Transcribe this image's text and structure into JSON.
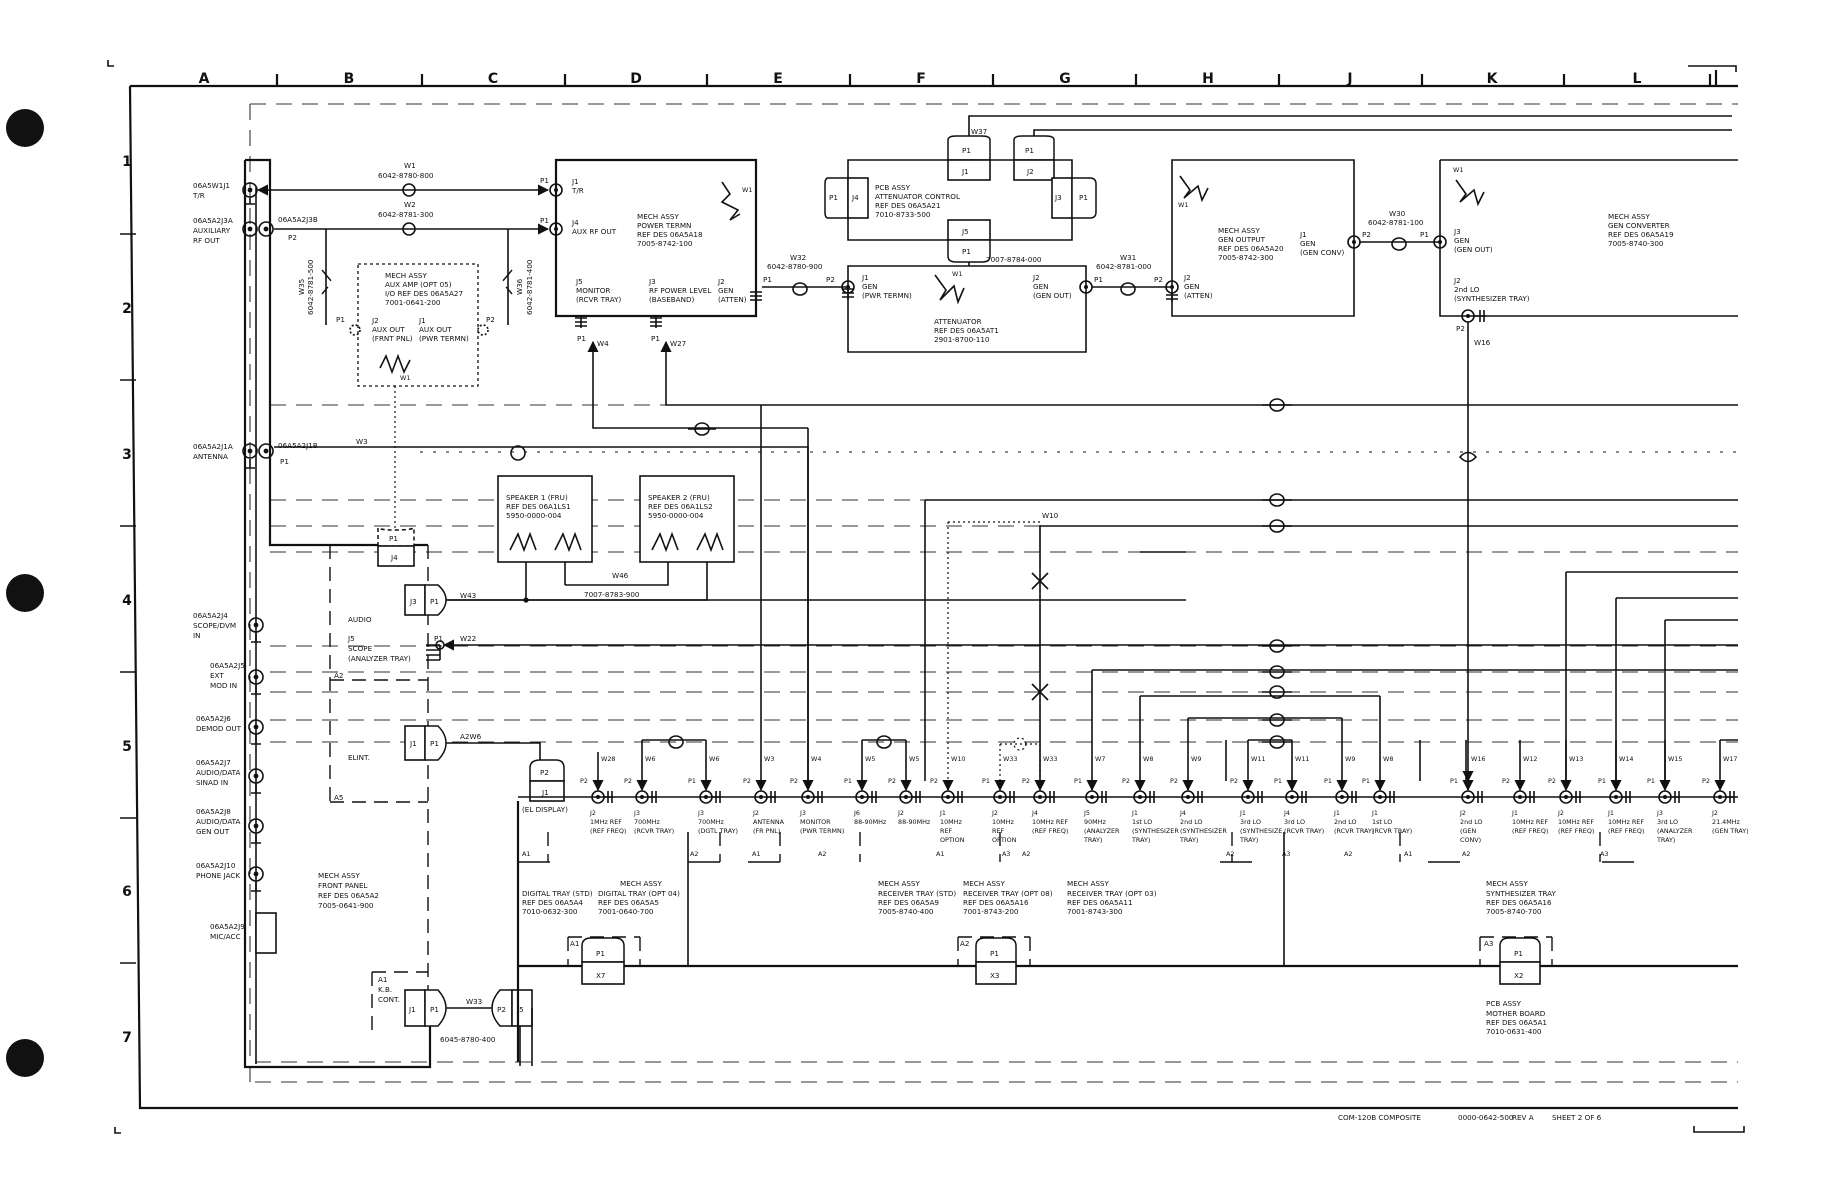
{
  "grid": {
    "columns": [
      "A",
      "B",
      "C",
      "D",
      "E",
      "F",
      "G",
      "H",
      "J",
      "K",
      "L"
    ],
    "rows": [
      "1",
      "2",
      "3",
      "4",
      "5",
      "6",
      "7"
    ]
  },
  "front_panel": {
    "connectors": [
      {
        "lines": [
          "06A5W1J1",
          "T/R"
        ]
      },
      {
        "lines": [
          "06A5A2J3A",
          "AUXILIARY",
          "RF OUT"
        ]
      },
      {
        "lines": [
          "06A5A2J1A",
          "ANTENNA"
        ]
      },
      {
        "lines": [
          "06A5A2J4",
          "SCOPE/DVM",
          "IN"
        ]
      },
      {
        "lines": [
          "06A5A2J5",
          "EXT",
          "MOD IN"
        ]
      },
      {
        "lines": [
          "06A5A2J6",
          "DEMOD OUT"
        ]
      },
      {
        "lines": [
          "06A5A2J7",
          "AUDIO/DATA",
          "SINAD IN"
        ]
      },
      {
        "lines": [
          "06A5A2J8",
          "AUDIO/DATA",
          "GEN OUT"
        ]
      },
      {
        "lines": [
          "06A5A2J10",
          "PHONE JACK"
        ]
      },
      {
        "lines": [
          "06A5A2J9",
          "MIC/ACC"
        ]
      }
    ],
    "j3b": "06A5A2J3B",
    "j1b": "06A5A2J1B",
    "title_lines": [
      "MECH ASSY",
      "FRONT PANEL",
      "REF DES 06A5A2",
      "7005-0641-900"
    ],
    "audio": "AUDIO",
    "j5_lines": [
      "J5",
      "SCOPE",
      "(ANALYZER TRAY)"
    ],
    "elint": "ELINT.",
    "a2": "A2",
    "a5": "A5",
    "kb_lines": [
      "A1",
      "K.B.",
      "CONT."
    ]
  },
  "cables": {
    "w1": "W1",
    "w1_pn": "6042-8780-800",
    "w2": "W2",
    "w2_pn": "6042-8781-300",
    "w35": "W35",
    "w35_pn": "6042-8781-500",
    "w36": "W36",
    "w36_pn": "6042-8781-400",
    "w3": "W3",
    "w43": "W43",
    "w46": "W46",
    "w46_pn": "7007-8783-900",
    "w22": "W22",
    "a2w6": "A2W6",
    "w33": "W33",
    "w33_pn": "6045-8780-400",
    "w32": "W32",
    "w32_pn": "6042-8780-900",
    "w37": "W37",
    "w31": "W31",
    "w31_pn": "6042-8781-000",
    "w30": "W30",
    "w30_pn": "6042-8781-100",
    "w4": "W4",
    "w27": "W27",
    "w16": "W16",
    "w10": "W10",
    "att_cable_pn": "7007-8784-000"
  },
  "aux_amp": {
    "lines": [
      "MECH ASSY",
      "AUX AMP (OPT 05)",
      "I/O REF DES 06A5A27",
      "7001-0641-200"
    ],
    "j2_lines": [
      "J2",
      "AUX OUT",
      "(FRNT PNL)"
    ],
    "j1_lines": [
      "J1",
      "AUX OUT",
      "(PWR TERMN)"
    ],
    "p1": "P1",
    "p2": "P2",
    "w1": "W1",
    "j4": "J4"
  },
  "power_term": {
    "lines": [
      "MECH ASSY",
      "POWER TERMN",
      "REF DES 06A5A18",
      "7005-8742-100"
    ],
    "j1": "J1",
    "tr": "T/R",
    "j4": "J4",
    "aux": "AUX RF OUT",
    "j5_lines": [
      "J5",
      "MONITOR",
      "(RCVR TRAY)"
    ],
    "j3_lines": [
      "J3",
      "RF POWER LEVEL",
      "(BASEBAND)"
    ],
    "j2_lines": [
      "J2",
      "GEN",
      "(ATTEN)"
    ],
    "w1": "W1"
  },
  "atten_control": {
    "lines": [
      "PCB ASSY",
      "ATTENUATOR CONTROL",
      "REF DES 06A5A21",
      "7010-8733-500"
    ],
    "p1": "P1",
    "j1": "J1",
    "j2": "J2",
    "j3": "J3",
    "j4": "J4",
    "j5": "J5"
  },
  "attenuator": {
    "lines": [
      "ATTENUATOR",
      "REF DES 06A5AT1",
      "2901-8700-110"
    ],
    "j1_lines": [
      "J1",
      "GEN",
      "(PWR TERMN)"
    ],
    "j2_lines": [
      "J2",
      "GEN",
      "(GEN OUT)"
    ],
    "w1": "W1"
  },
  "gen_output": {
    "lines": [
      "MECH ASSY",
      "GEN OUTPUT",
      "REF DES 06A5A20",
      "7005-8742-300"
    ],
    "j1_lines": [
      "J1",
      "GEN",
      "(GEN CONV)"
    ],
    "j2_lines": [
      "J2",
      "GEN",
      "(ATTEN)"
    ],
    "w1": "W1"
  },
  "gen_converter": {
    "lines": [
      "MECH ASSY",
      "GEN CONVERTER",
      "REF DES 06A5A19",
      "7005-8740-300"
    ],
    "j3_lines": [
      "J3",
      "GEN",
      "(GEN OUT)"
    ],
    "j2_lines": [
      "J2",
      "2nd LO",
      "(SYNTHESIZER TRAY)"
    ],
    "w1": "W1"
  },
  "speakers": [
    {
      "lines": [
        "SPEAKER 1 (FRU)",
        "REF DES 06A1LS1",
        "5950-0000-004"
      ]
    },
    {
      "lines": [
        "SPEAKER 2 (FRU)",
        "REF DES 06A1LS2",
        "5950-0000-004"
      ]
    }
  ],
  "bottom_connectors": [
    {
      "wire": "W28",
      "plug": "P2",
      "lines": [
        "J2",
        "1MHz REF",
        "(REF FREQ)"
      ]
    },
    {
      "wire": "W6",
      "plug": "P2",
      "lines": [
        "J3",
        "700MHz",
        "(RCVR TRAY)"
      ]
    },
    {
      "wire": "W6",
      "plug": "P1",
      "lines": [
        "J3",
        "700MHz",
        "(DGTL TRAY)"
      ]
    },
    {
      "wire": "W3",
      "plug": "P2",
      "lines": [
        "J2",
        "ANTENNA",
        "(FR PNL)"
      ]
    },
    {
      "wire": "W4",
      "plug": "P2",
      "lines": [
        "J3",
        "MONITOR",
        "(PWR TERMN)"
      ]
    },
    {
      "wire": "W5",
      "plug": "P1",
      "lines": [
        "J6",
        "88-90MHz"
      ]
    },
    {
      "wire": "W5",
      "plug": "P2",
      "lines": [
        "J2",
        "88-90MHz"
      ]
    },
    {
      "wire": "W10",
      "plug": "P2",
      "lines": [
        "J1",
        "10MHz",
        "REF",
        "OPTION"
      ]
    },
    {
      "wire": "W33",
      "plug": "P1",
      "lines": [
        "J2",
        "10MHz",
        "REF",
        "OPTION"
      ]
    },
    {
      "wire": "W33",
      "plug": "P2",
      "lines": [
        "J4",
        "10MHz REF",
        "(REF FREQ)"
      ]
    },
    {
      "wire": "W7",
      "plug": "P1",
      "lines": [
        "J5",
        "90MHz",
        "(ANALYZER",
        "TRAY)"
      ]
    },
    {
      "wire": "W8",
      "plug": "P2",
      "lines": [
        "J1",
        "1st LO",
        "(SYNTHESIZER",
        "TRAY)"
      ]
    },
    {
      "wire": "W9",
      "plug": "P2",
      "lines": [
        "J4",
        "2nd LO",
        "(SYNTHESIZER",
        "TRAY)"
      ]
    },
    {
      "wire": "W11",
      "plug": "P2",
      "lines": [
        "J1",
        "3rd LO",
        "(SYNTHESIZE",
        "TRAY)"
      ]
    },
    {
      "wire": "W11",
      "plug": "P1",
      "lines": [
        "J4",
        "3rd LO",
        "(RCVR TRAY)"
      ]
    },
    {
      "wire": "W9",
      "plug": "P1",
      "lines": [
        "J1",
        "2nd LO",
        "(RCVR TRAY)"
      ]
    },
    {
      "wire": "W8",
      "plug": "P1",
      "lines": [
        "J1",
        "1st LO",
        "(RCVR TRAY)"
      ]
    },
    {
      "wire": "W16",
      "plug": "P1",
      "lines": [
        "J2",
        "2nd LO",
        "(GEN",
        "CONV)"
      ]
    },
    {
      "wire": "W12",
      "plug": "P2",
      "lines": [
        "J1",
        "10MHz REF",
        "(REF FREQ)"
      ]
    },
    {
      "wire": "W13",
      "plug": "P2",
      "lines": [
        "J2",
        "10MHz REF",
        "(REF FREQ)"
      ]
    },
    {
      "wire": "W14",
      "plug": "P1",
      "lines": [
        "J1",
        "10MHz REF",
        "(REF FREQ)"
      ]
    },
    {
      "wire": "W15",
      "plug": "P1",
      "lines": [
        "J3",
        "3rd LO",
        "(ANALYZER",
        "TRAY)"
      ]
    },
    {
      "wire": "W17",
      "plug": "P2",
      "lines": [
        "J2",
        "21.4MHz",
        "(GEN TRAY)"
      ]
    }
  ],
  "trays": [
    {
      "lines": [
        "MECH ASSY",
        "DIGITAL TRAY (STD)",
        "REF DES 06A5A4",
        "7010-0632-300"
      ]
    },
    {
      "lines": [
        "MECH ASSY",
        "DIGITAL TRAY (OPT 04)",
        "REF DES 06A5A5",
        "7001-0640-700"
      ]
    },
    {
      "lines": [
        "MECH ASSY",
        "RECEIVER TRAY (STD)",
        "REF DES 06A5A9",
        "7005-8740-400"
      ]
    },
    {
      "lines": [
        "MECH ASSY",
        "RECEIVER TRAY (OPT 08)",
        "REF DES 06A5A16",
        "7001-8743-200"
      ]
    },
    {
      "lines": [
        "MECH ASSY",
        "RECEIVER TRAY (OPT 03)",
        "REF DES 06A5A11",
        "7001-8743-300"
      ]
    },
    {
      "lines": [
        "MECH ASSY",
        "SYNTHESIZER TRAY",
        "REF DES 06A5A16",
        "7005-8740-700"
      ]
    }
  ],
  "section_tags": [
    "A1",
    "A2",
    "A1",
    "A2",
    "A1",
    "A3",
    "A2",
    "A2",
    "A3",
    "A2",
    "A1",
    "A2",
    "A3"
  ],
  "el_display": {
    "plug": "P2",
    "jack": "J1",
    "label": "(EL DISPLAY)"
  },
  "motherboard": {
    "lines": [
      "PCB ASSY",
      "MOTHER BOARD",
      "REF DES 06A5A1",
      "7010-0631-400"
    ],
    "slots": [
      {
        "tag": "A1",
        "plug": "P1",
        "conn": "X7"
      },
      {
        "tag": "A2",
        "plug": "P1",
        "conn": "X3"
      },
      {
        "tag": "A3",
        "plug": "P1",
        "conn": "X2"
      }
    ]
  },
  "frontpanel_bottom": {
    "j1": "J1",
    "p1": "P1",
    "p2": "P2",
    "j5": "J5"
  },
  "footer": {
    "model": "COM-120B COMPOSITE",
    "drawing": "0000-0642-500",
    "rev": "REV A",
    "sheet": "SHEET 2 OF 6"
  }
}
